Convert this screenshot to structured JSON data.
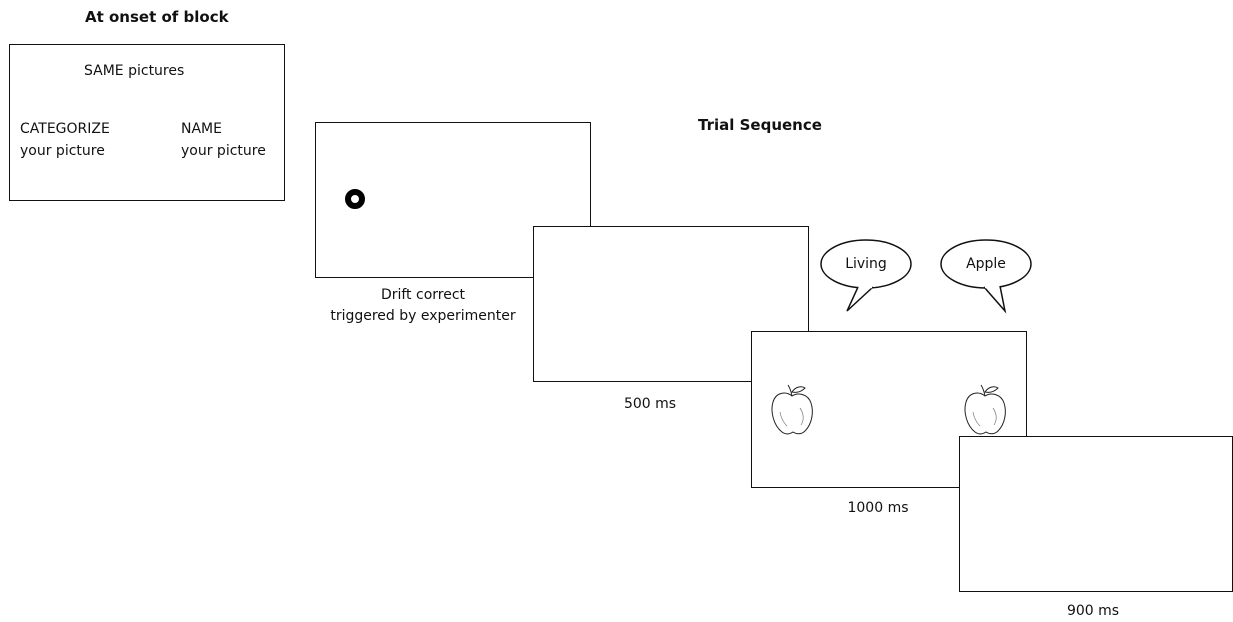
{
  "block": {
    "title": "At onset of block",
    "header": "SAME pictures",
    "left_task_line1": "CATEGORIZE",
    "left_task_line2": "your picture",
    "right_task_line1": "NAME",
    "right_task_line2": "your picture"
  },
  "trial": {
    "title": "Trial Sequence",
    "screens": [
      {
        "caption_line1": "Drift correct",
        "caption_line2": "triggered by experimenter"
      },
      {
        "caption_line1": "500 ms"
      },
      {
        "caption_line1": "1000 ms"
      },
      {
        "caption_line1": "900 ms"
      }
    ],
    "bubbles": [
      {
        "text": "Living"
      },
      {
        "text": "Apple"
      }
    ]
  }
}
